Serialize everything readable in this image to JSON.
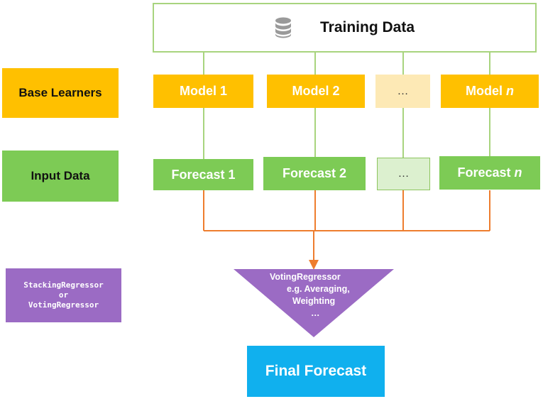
{
  "colors": {
    "yellow": "#FFC000",
    "yellow_light": "#FDE9B5",
    "green": "#7DCB55",
    "green_light": "#DCF0CF",
    "purple": "#9B6BC4",
    "blue": "#10B0EE",
    "orange": "#EE7D2E",
    "line_green": "#A8D47E",
    "border_green": "#8DC55E"
  },
  "training": {
    "label": "Training Data",
    "icon": "database-icon"
  },
  "row_labels": {
    "base_learners": "Base Learners",
    "input_data": "Input Data"
  },
  "models": [
    {
      "name": "Model",
      "index": "1"
    },
    {
      "name": "Model",
      "index": "2"
    },
    {
      "name": "…",
      "index": ""
    },
    {
      "name": "Model",
      "index": "n"
    }
  ],
  "forecasts": [
    {
      "name": "Forecast",
      "index": "1"
    },
    {
      "name": "Forecast",
      "index": "2"
    },
    {
      "name": "…",
      "index": ""
    },
    {
      "name": "Forecast",
      "index": "n"
    }
  ],
  "meta": {
    "label_line1": "StackingRegressor",
    "label_line2": "or",
    "label_line3": "VotingRegressor"
  },
  "voting": {
    "line1": "VotingRegressor",
    "line2": "e.g. Averaging,",
    "line3": "Weighting",
    "line4": "…"
  },
  "final": {
    "label": "Final Forecast"
  }
}
